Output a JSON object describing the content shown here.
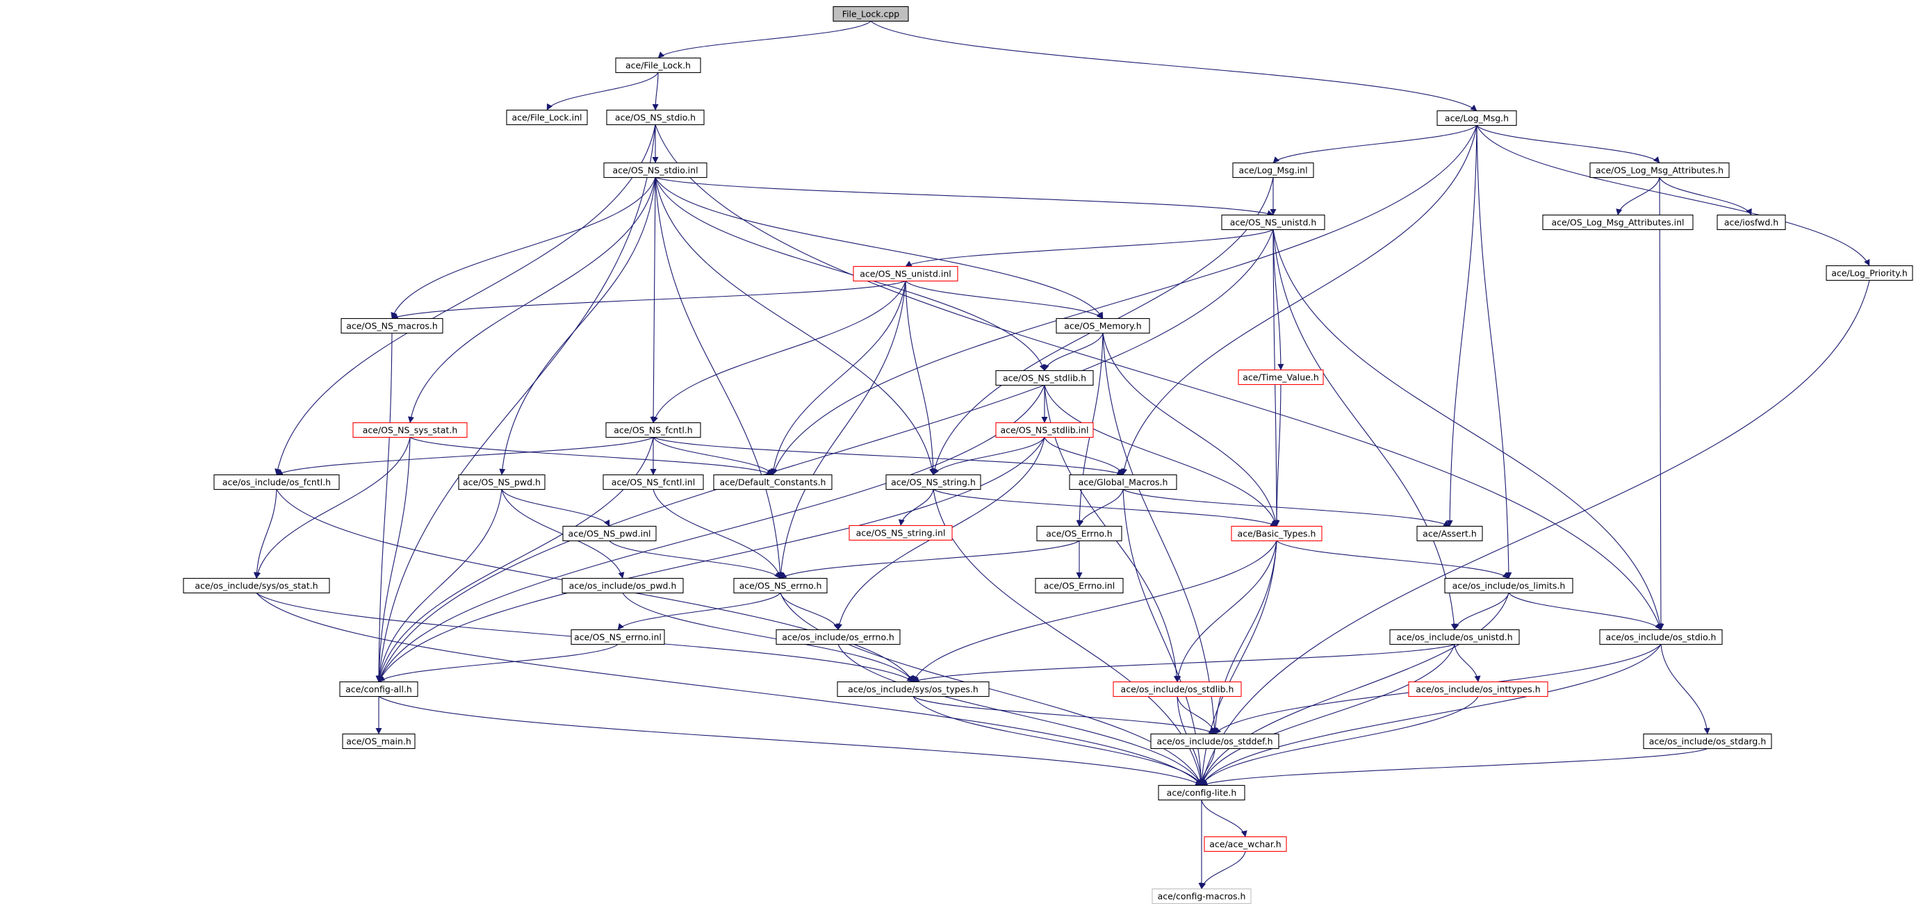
{
  "colors": {
    "edge": "#191970",
    "node_border": "#000000",
    "missing_border": "#ff0000",
    "external_border": "#bfbfbf",
    "root_fill": "#bfbfbf",
    "background": "#ffffff"
  },
  "graph": {
    "nodes": [
      {
        "id": "file_lock_cpp",
        "label": "File_Lock.cpp",
        "style": "root"
      },
      {
        "id": "file_lock_h",
        "label": "ace/File_Lock.h",
        "style": "normal"
      },
      {
        "id": "log_msg_h",
        "label": "ace/Log_Msg.h",
        "style": "normal"
      },
      {
        "id": "file_lock_inl",
        "label": "ace/File_Lock.inl",
        "style": "normal"
      },
      {
        "id": "os_ns_stdio_h",
        "label": "ace/OS_NS_stdio.h",
        "style": "normal"
      },
      {
        "id": "os_ns_stdio_inl",
        "label": "ace/OS_NS_stdio.inl",
        "style": "normal"
      },
      {
        "id": "log_msg_inl",
        "label": "ace/Log_Msg.inl",
        "style": "normal"
      },
      {
        "id": "os_log_msg_attr_h",
        "label": "ace/OS_Log_Msg_Attributes.h",
        "style": "normal"
      },
      {
        "id": "os_log_msg_attr_inl",
        "label": "ace/OS_Log_Msg_Attributes.inl",
        "style": "normal"
      },
      {
        "id": "iosfwd_h",
        "label": "ace/iosfwd.h",
        "style": "normal"
      },
      {
        "id": "os_ns_unistd_h",
        "label": "ace/OS_NS_unistd.h",
        "style": "normal"
      },
      {
        "id": "log_priority_h",
        "label": "ace/Log_Priority.h",
        "style": "normal"
      },
      {
        "id": "os_ns_unistd_inl",
        "label": "ace/OS_NS_unistd.inl",
        "style": "missing"
      },
      {
        "id": "os_ns_macros_h",
        "label": "ace/OS_NS_macros.h",
        "style": "normal"
      },
      {
        "id": "os_memory_h",
        "label": "ace/OS_Memory.h",
        "style": "normal"
      },
      {
        "id": "time_value_h",
        "label": "ace/Time_Value.h",
        "style": "missing"
      },
      {
        "id": "os_ns_stdlib_h",
        "label": "ace/OS_NS_stdlib.h",
        "style": "normal"
      },
      {
        "id": "os_ns_sys_stat_h",
        "label": "ace/OS_NS_sys_stat.h",
        "style": "missing"
      },
      {
        "id": "os_ns_fcntl_h",
        "label": "ace/OS_NS_fcntl.h",
        "style": "normal"
      },
      {
        "id": "os_ns_stdlib_inl",
        "label": "ace/OS_NS_stdlib.inl",
        "style": "missing"
      },
      {
        "id": "os_include_os_fcntl_h",
        "label": "ace/os_include/os_fcntl.h",
        "style": "normal"
      },
      {
        "id": "os_ns_pwd_h",
        "label": "ace/OS_NS_pwd.h",
        "style": "normal"
      },
      {
        "id": "os_ns_fcntl_inl",
        "label": "ace/OS_NS_fcntl.inl",
        "style": "normal"
      },
      {
        "id": "default_constants_h",
        "label": "ace/Default_Constants.h",
        "style": "normal"
      },
      {
        "id": "os_ns_string_h",
        "label": "ace/OS_NS_string.h",
        "style": "normal"
      },
      {
        "id": "global_macros_h",
        "label": "ace/Global_Macros.h",
        "style": "normal"
      },
      {
        "id": "os_ns_string_inl",
        "label": "ace/OS_NS_string.inl",
        "style": "missing"
      },
      {
        "id": "os_ns_pwd_inl",
        "label": "ace/OS_NS_pwd.inl",
        "style": "normal"
      },
      {
        "id": "os_errno_h",
        "label": "ace/OS_Errno.h",
        "style": "normal"
      },
      {
        "id": "basic_types_h",
        "label": "ace/Basic_Types.h",
        "style": "missing"
      },
      {
        "id": "assert_h",
        "label": "ace/Assert.h",
        "style": "normal"
      },
      {
        "id": "os_errno_inl",
        "label": "ace/OS_Errno.inl",
        "style": "normal"
      },
      {
        "id": "os_include_sys_os_stat_h",
        "label": "ace/os_include/sys/os_stat.h",
        "style": "normal"
      },
      {
        "id": "os_include_os_pwd_h",
        "label": "ace/os_include/os_pwd.h",
        "style": "normal"
      },
      {
        "id": "os_ns_errno_h",
        "label": "ace/OS_NS_errno.h",
        "style": "normal"
      },
      {
        "id": "os_include_os_limits_h",
        "label": "ace/os_include/os_limits.h",
        "style": "normal"
      },
      {
        "id": "os_ns_errno_inl",
        "label": "ace/OS_NS_errno.inl",
        "style": "normal"
      },
      {
        "id": "os_include_os_errno_h",
        "label": "ace/os_include/os_errno.h",
        "style": "normal"
      },
      {
        "id": "os_include_os_unistd_h",
        "label": "ace/os_include/os_unistd.h",
        "style": "normal"
      },
      {
        "id": "os_include_os_stdio_h",
        "label": "ace/os_include/os_stdio.h",
        "style": "normal"
      },
      {
        "id": "config_all_h",
        "label": "ace/config-all.h",
        "style": "normal"
      },
      {
        "id": "os_include_sys_os_types_h",
        "label": "ace/os_include/sys/os_types.h",
        "style": "normal"
      },
      {
        "id": "os_include_os_stdlib_h",
        "label": "ace/os_include/os_stdlib.h",
        "style": "missing"
      },
      {
        "id": "os_include_os_inttypes_h",
        "label": "ace/os_include/os_inttypes.h",
        "style": "missing"
      },
      {
        "id": "os_main_h",
        "label": "ace/OS_main.h",
        "style": "normal"
      },
      {
        "id": "os_include_os_stddef_h",
        "label": "ace/os_include/os_stddef.h",
        "style": "normal"
      },
      {
        "id": "os_include_os_stdarg_h",
        "label": "ace/os_include/os_stdarg.h",
        "style": "normal"
      },
      {
        "id": "config_lite_h",
        "label": "ace/config-lite.h",
        "style": "normal"
      },
      {
        "id": "ace_wchar_h",
        "label": "ace/ace_wchar.h",
        "style": "missing"
      },
      {
        "id": "config_macros_h",
        "label": "ace/config-macros.h",
        "style": "external"
      }
    ],
    "edges": [
      [
        "file_lock_cpp",
        "file_lock_h"
      ],
      [
        "file_lock_cpp",
        "log_msg_h"
      ],
      [
        "file_lock_h",
        "file_lock_inl"
      ],
      [
        "file_lock_h",
        "os_ns_stdio_h"
      ],
      [
        "os_ns_stdio_h",
        "os_ns_stdio_inl"
      ],
      [
        "os_ns_stdio_h",
        "config_all_h"
      ],
      [
        "os_ns_stdio_h",
        "os_include_os_fcntl_h"
      ],
      [
        "os_ns_stdio_h",
        "os_include_os_stdio_h"
      ],
      [
        "log_msg_h",
        "log_msg_inl"
      ],
      [
        "log_msg_h",
        "os_log_msg_attr_h"
      ],
      [
        "log_msg_h",
        "log_priority_h"
      ],
      [
        "log_msg_h",
        "default_constants_h"
      ],
      [
        "log_msg_h",
        "global_macros_h"
      ],
      [
        "log_msg_h",
        "assert_h"
      ],
      [
        "log_msg_h",
        "os_include_os_limits_h"
      ],
      [
        "os_log_msg_attr_h",
        "os_log_msg_attr_inl"
      ],
      [
        "os_log_msg_attr_h",
        "iosfwd_h"
      ],
      [
        "os_log_msg_attr_h",
        "os_include_os_stdio_h"
      ],
      [
        "log_priority_h",
        "config_lite_h"
      ],
      [
        "log_msg_inl",
        "os_ns_unistd_h"
      ],
      [
        "log_msg_inl",
        "os_ns_string_h"
      ],
      [
        "os_ns_stdio_inl",
        "os_ns_unistd_h"
      ],
      [
        "os_ns_stdio_inl",
        "os_ns_macros_h"
      ],
      [
        "os_ns_stdio_inl",
        "os_memory_h"
      ],
      [
        "os_ns_stdio_inl",
        "os_ns_stdlib_h"
      ],
      [
        "os_ns_stdio_inl",
        "os_ns_sys_stat_h"
      ],
      [
        "os_ns_stdio_inl",
        "os_ns_pwd_h"
      ],
      [
        "os_ns_stdio_inl",
        "os_ns_fcntl_h"
      ],
      [
        "os_ns_stdio_inl",
        "os_ns_string_h"
      ],
      [
        "os_ns_stdio_inl",
        "os_ns_errno_h"
      ],
      [
        "os_ns_unistd_h",
        "os_ns_unistd_inl"
      ],
      [
        "os_ns_unistd_h",
        "time_value_h"
      ],
      [
        "os_ns_unistd_h",
        "basic_types_h"
      ],
      [
        "os_ns_unistd_h",
        "os_include_os_unistd_h"
      ],
      [
        "os_ns_unistd_h",
        "os_include_os_stdio_h"
      ],
      [
        "os_ns_unistd_h",
        "config_all_h"
      ],
      [
        "os_ns_unistd_inl",
        "os_ns_macros_h"
      ],
      [
        "os_ns_unistd_inl",
        "os_memory_h"
      ],
      [
        "os_ns_unistd_inl",
        "os_ns_fcntl_h"
      ],
      [
        "os_ns_unistd_inl",
        "default_constants_h"
      ],
      [
        "os_ns_unistd_inl",
        "os_ns_string_h"
      ],
      [
        "os_ns_unistd_inl",
        "os_ns_errno_h"
      ],
      [
        "os_ns_macros_h",
        "config_all_h"
      ],
      [
        "os_memory_h",
        "os_ns_stdlib_h"
      ],
      [
        "os_memory_h",
        "basic_types_h"
      ],
      [
        "os_memory_h",
        "os_errno_h"
      ],
      [
        "os_memory_h",
        "os_include_os_stddef_h"
      ],
      [
        "time_value_h",
        "basic_types_h"
      ],
      [
        "os_ns_stdlib_h",
        "os_ns_stdlib_inl"
      ],
      [
        "os_ns_stdlib_h",
        "basic_types_h"
      ],
      [
        "os_ns_stdlib_h",
        "os_include_os_stdlib_h"
      ],
      [
        "os_ns_stdlib_h",
        "config_all_h"
      ],
      [
        "os_ns_stdlib_inl",
        "os_ns_string_h"
      ],
      [
        "os_ns_stdlib_inl",
        "global_macros_h"
      ],
      [
        "os_ns_stdlib_inl",
        "os_include_os_errno_h"
      ],
      [
        "os_ns_stdlib_inl",
        "config_all_h"
      ],
      [
        "os_ns_sys_stat_h",
        "os_include_sys_os_stat_h"
      ],
      [
        "os_ns_sys_stat_h",
        "default_constants_h"
      ],
      [
        "os_ns_sys_stat_h",
        "config_all_h"
      ],
      [
        "os_ns_fcntl_h",
        "os_ns_fcntl_inl"
      ],
      [
        "os_ns_fcntl_h",
        "default_constants_h"
      ],
      [
        "os_ns_fcntl_h",
        "global_macros_h"
      ],
      [
        "os_ns_fcntl_h",
        "os_include_os_fcntl_h"
      ],
      [
        "os_ns_fcntl_h",
        "config_all_h"
      ],
      [
        "os_ns_fcntl_inl",
        "os_ns_errno_h"
      ],
      [
        "os_include_os_fcntl_h",
        "os_include_sys_os_stat_h"
      ],
      [
        "os_include_os_fcntl_h",
        "os_include_sys_os_types_h"
      ],
      [
        "os_ns_pwd_h",
        "os_ns_pwd_inl"
      ],
      [
        "os_ns_pwd_h",
        "os_include_os_pwd_h"
      ],
      [
        "os_ns_pwd_h",
        "config_all_h"
      ],
      [
        "os_ns_pwd_inl",
        "os_ns_errno_h"
      ],
      [
        "os_ns_string_h",
        "os_ns_string_inl"
      ],
      [
        "os_ns_string_h",
        "basic_types_h"
      ],
      [
        "os_ns_string_h",
        "config_lite_h"
      ],
      [
        "global_macros_h",
        "os_errno_h"
      ],
      [
        "global_macros_h",
        "assert_h"
      ],
      [
        "global_macros_h",
        "config_lite_h"
      ],
      [
        "os_errno_h",
        "os_errno_inl"
      ],
      [
        "os_errno_h",
        "os_ns_errno_h"
      ],
      [
        "basic_types_h",
        "os_include_os_limits_h"
      ],
      [
        "basic_types_h",
        "os_include_sys_os_types_h"
      ],
      [
        "basic_types_h",
        "os_include_os_stdlib_h"
      ],
      [
        "basic_types_h",
        "os_include_os_stddef_h"
      ],
      [
        "basic_types_h",
        "config_lite_h"
      ],
      [
        "os_include_sys_os_stat_h",
        "os_include_sys_os_types_h"
      ],
      [
        "os_include_sys_os_stat_h",
        "config_lite_h"
      ],
      [
        "os_include_os_pwd_h",
        "os_include_sys_os_types_h"
      ],
      [
        "os_ns_errno_h",
        "os_ns_errno_inl"
      ],
      [
        "os_ns_errno_h",
        "os_include_os_errno_h"
      ],
      [
        "os_ns_errno_h",
        "config_lite_h"
      ],
      [
        "os_ns_errno_inl",
        "config_all_h"
      ],
      [
        "os_include_os_errno_h",
        "config_lite_h"
      ],
      [
        "os_include_os_limits_h",
        "os_include_os_unistd_h"
      ],
      [
        "os_include_os_limits_h",
        "os_include_os_stdio_h"
      ],
      [
        "os_include_os_limits_h",
        "config_lite_h"
      ],
      [
        "os_include_os_unistd_h",
        "os_include_sys_os_types_h"
      ],
      [
        "os_include_os_unistd_h",
        "os_include_os_inttypes_h"
      ],
      [
        "os_include_os_unistd_h",
        "config_lite_h"
      ],
      [
        "os_include_os_stdio_h",
        "os_include_os_stddef_h"
      ],
      [
        "os_include_os_stdio_h",
        "os_include_os_stdarg_h"
      ],
      [
        "os_include_os_stdio_h",
        "config_lite_h"
      ],
      [
        "config_all_h",
        "os_main_h"
      ],
      [
        "config_all_h",
        "config_lite_h"
      ],
      [
        "os_include_sys_os_types_h",
        "os_include_os_stddef_h"
      ],
      [
        "os_include_sys_os_types_h",
        "config_lite_h"
      ],
      [
        "os_include_os_stdlib_h",
        "os_include_os_stddef_h"
      ],
      [
        "os_include_os_stdlib_h",
        "config_lite_h"
      ],
      [
        "os_include_os_inttypes_h",
        "config_lite_h"
      ],
      [
        "os_include_os_stddef_h",
        "config_lite_h"
      ],
      [
        "os_include_os_stdarg_h",
        "config_lite_h"
      ],
      [
        "config_lite_h",
        "ace_wchar_h"
      ],
      [
        "config_lite_h",
        "config_macros_h"
      ],
      [
        "ace_wchar_h",
        "config_macros_h"
      ]
    ]
  }
}
